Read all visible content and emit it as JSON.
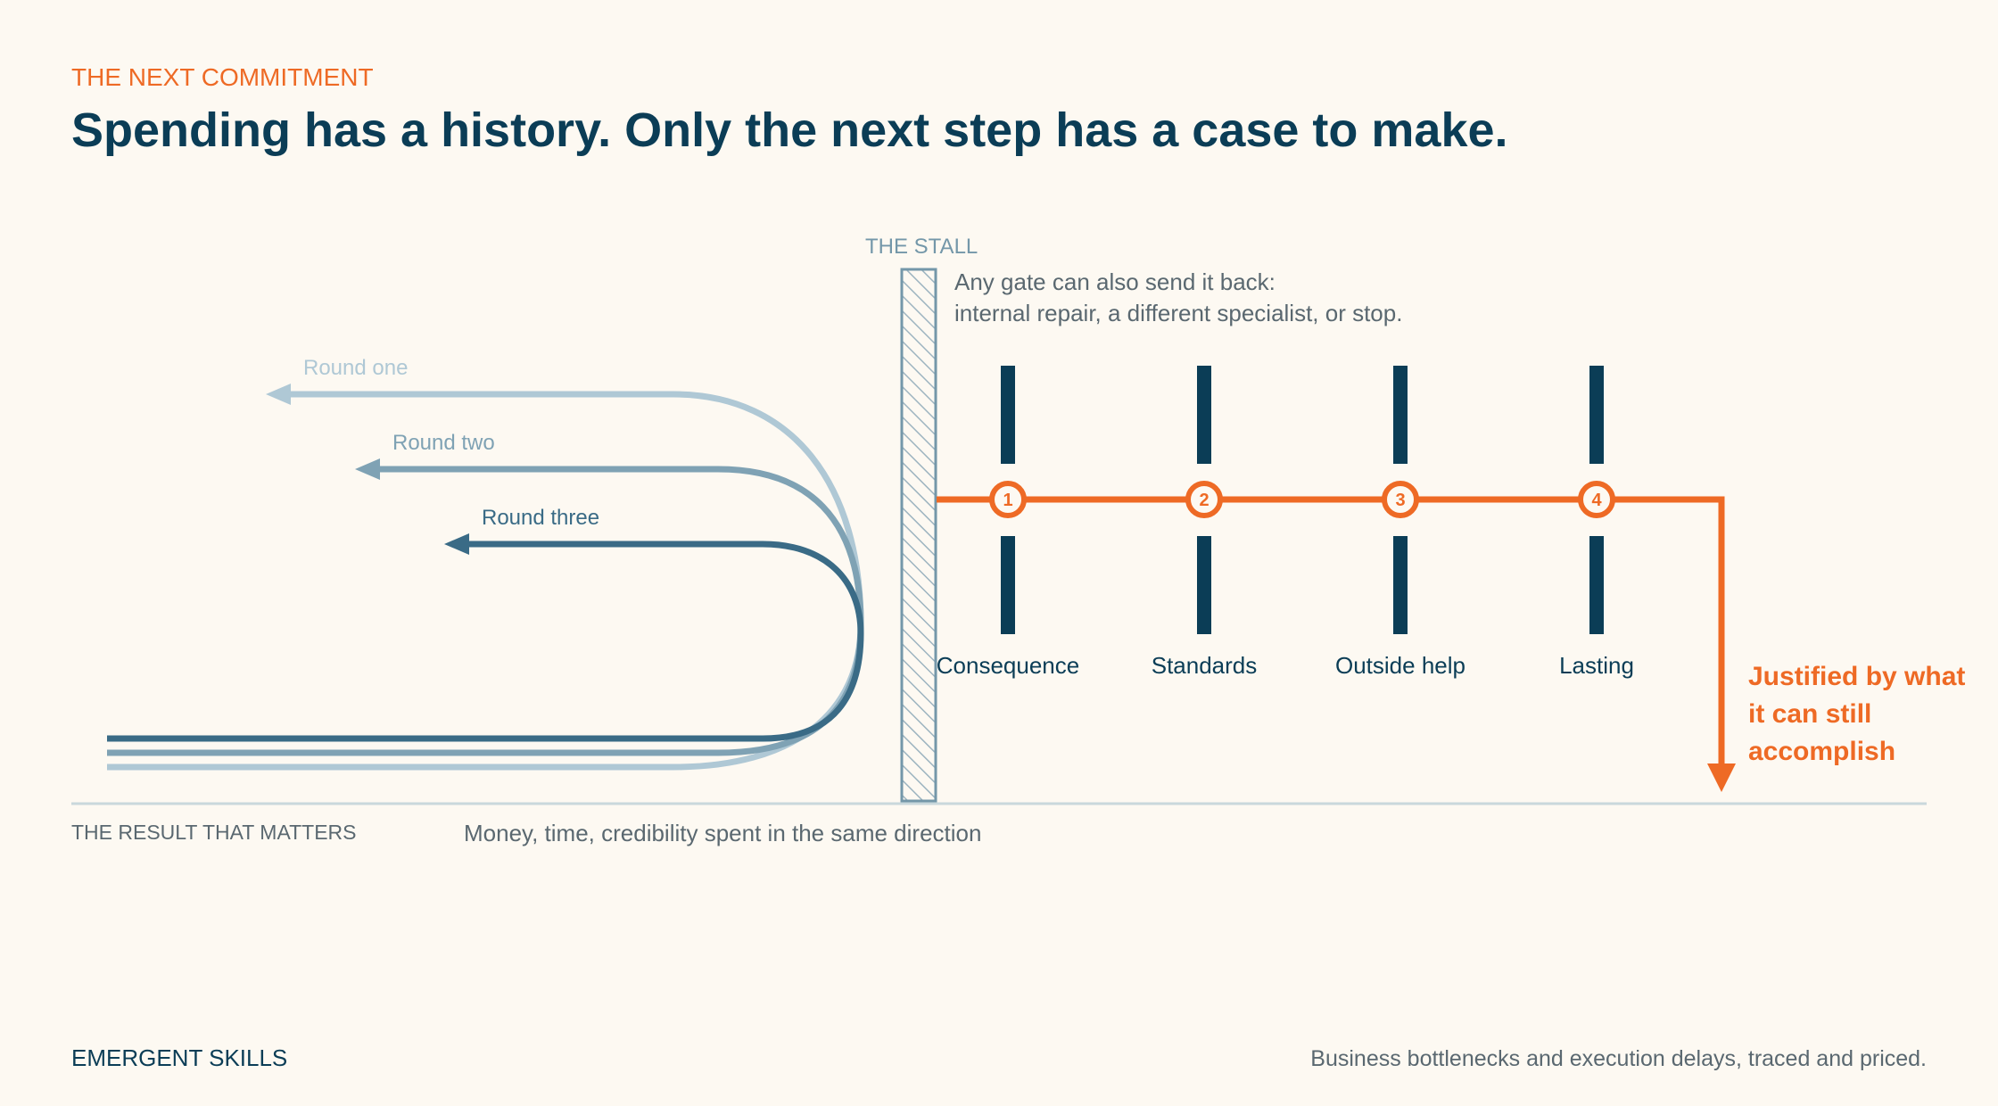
{
  "header": {
    "eyebrow": "THE NEXT COMMITMENT",
    "headline": "Spending has a history. Only the next step has a case to make."
  },
  "stall": {
    "label": "THE STALL",
    "note_line1": "Any gate can also send it back:",
    "note_line2": "internal repair, a different specialist, or stop."
  },
  "rounds": [
    {
      "label": "Round one",
      "color": "#afc8d5"
    },
    {
      "label": "Round two",
      "color": "#7fa2b4"
    },
    {
      "label": "Round three",
      "color": "#3a6b86"
    }
  ],
  "gates": [
    {
      "number": "1",
      "label": "Consequence"
    },
    {
      "number": "2",
      "label": "Standards"
    },
    {
      "number": "3",
      "label": "Outside help"
    },
    {
      "number": "4",
      "label": "Lasting"
    }
  ],
  "outcome": {
    "line1": "Justified by what",
    "line2": "it can still",
    "line3": "accomplish"
  },
  "baseline": {
    "label": "THE RESULT THAT MATTERS",
    "note": "Money, time, credibility spent in the same direction"
  },
  "footer": {
    "brand": "EMERGENT SKILLS",
    "tagline": "Business bottlenecks and execution delays, traced and priced."
  },
  "colors": {
    "accent": "#ee6a25",
    "navy": "#0b3d56",
    "background": "#fdf9f2",
    "baseline": "#c9d8dc",
    "stall": "#7497a9"
  }
}
